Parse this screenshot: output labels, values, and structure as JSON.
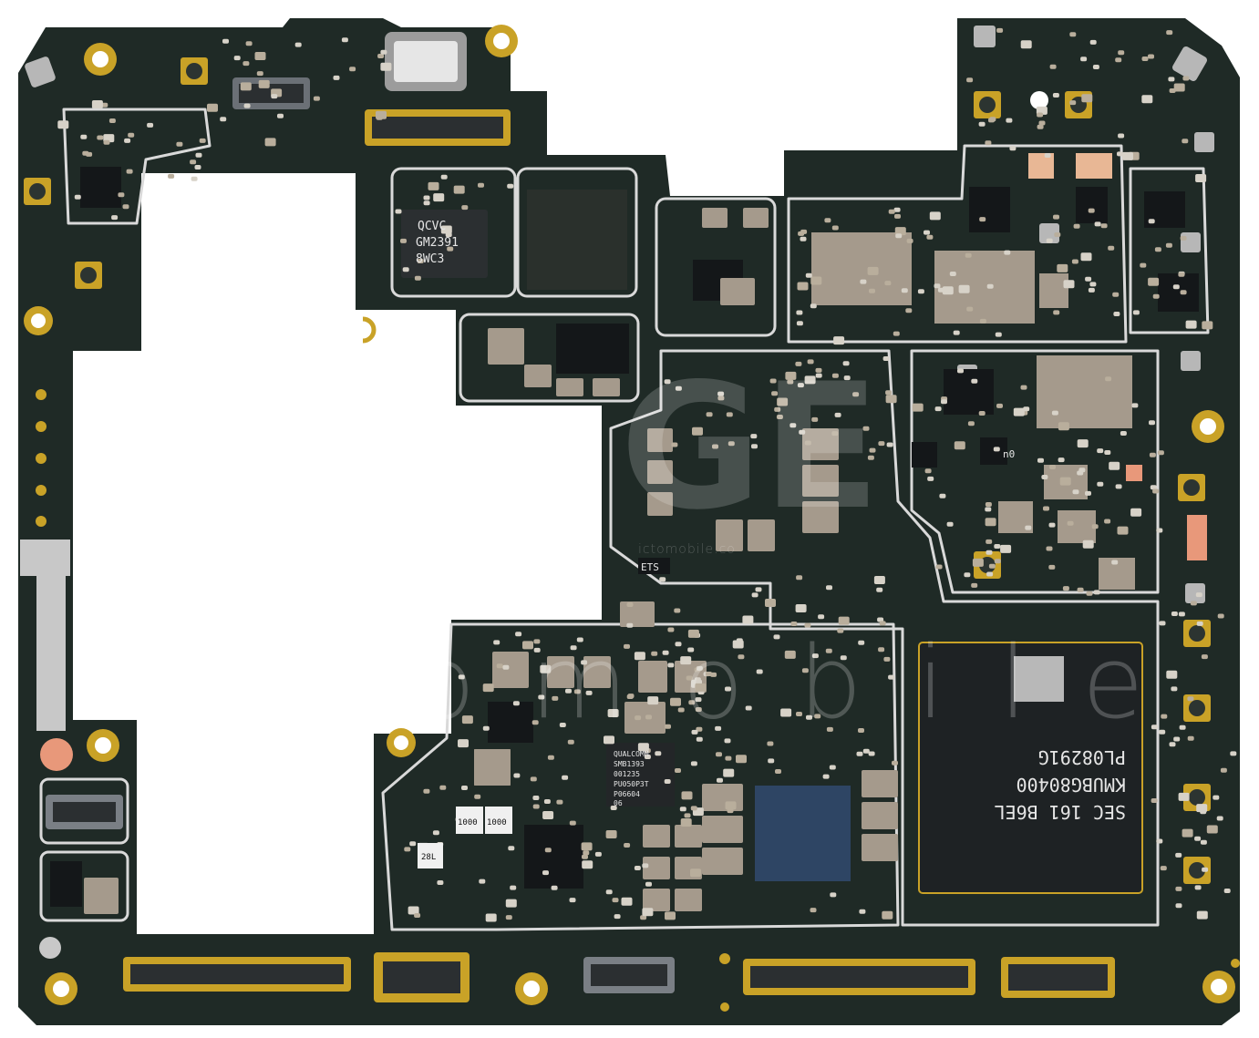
{
  "colors": {
    "background": "#ffffff",
    "board": "#1f2a26",
    "board_dark": "#17201d",
    "shield_line": "#d9d9d9",
    "gold": "#c9a227",
    "passive": "#b9ae9c",
    "chip": "#2b2f31",
    "inductor": "#8a8172"
  },
  "chip_labels": {
    "qcvc": "QCVC",
    "qcvc_part": "GM2391",
    "qcvc_code": "8WC3",
    "pmic_brand": "QUALCOMM",
    "pmic_part": "SMB1393",
    "pmic_line3": "001235",
    "pmic_line4": "PU050P3T",
    "pmic_line5": "P06604",
    "pmic_line6": "06",
    "memory_line1": "SEC 161 B6EL",
    "memory_line2": "KMUBG80400",
    "memory_line3": "PL08291G",
    "ets": "ETS",
    "res_1000_a": "1000",
    "res_1000_b": "1000",
    "res_28l": "28L",
    "n0": "n0"
  },
  "watermark": {
    "logo": "GE",
    "text": "ictomobile",
    "small": "ictomobile.co"
  }
}
